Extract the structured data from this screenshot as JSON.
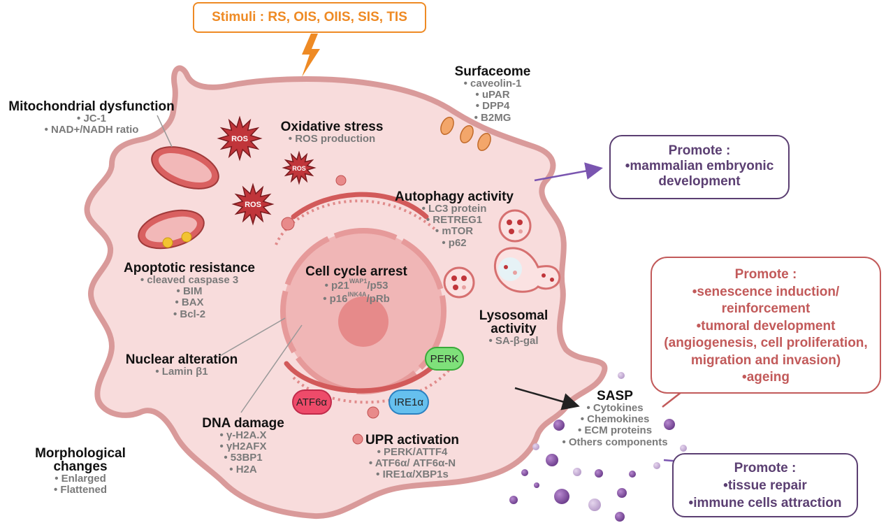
{
  "stimuli": {
    "label": "Stimuli : RS, OIS, OIIS, SIS, TIS",
    "color": "#ee8a24"
  },
  "colors": {
    "cell_fill": "#f8dcdc",
    "membrane": "#d99a9a",
    "organelle": "#d95a5a",
    "text_dark": "#111111",
    "text_item": "#7a7a7a",
    "purple_box": "#5b3f72",
    "red_box": "#c25a5a",
    "ros": "#c0353a",
    "perk": "#7fe07a",
    "atf6": "#ee4b6a",
    "ire1": "#66c0ee"
  },
  "features": {
    "mito": {
      "title": "Mitochondrial dysfunction",
      "items": [
        "JC-1",
        "NAD+/NADH ratio"
      ]
    },
    "oxidative": {
      "title": "Oxidative stress",
      "items": [
        "ROS production"
      ]
    },
    "surfaceome": {
      "title": "Surfaceome",
      "items": [
        "caveolin-1",
        "uPAR",
        "DPP4",
        "B2MG"
      ]
    },
    "autophagy": {
      "title": "Autophagy activity",
      "items": [
        "LC3 protein",
        "RETREG1",
        "mTOR",
        "p62"
      ]
    },
    "apoptotic": {
      "title": "Apoptotic resistance",
      "items": [
        "cleaved caspase 3",
        "BIM",
        "BAX",
        "Bcl-2"
      ]
    },
    "cellcycle": {
      "title": "Cell cycle arrest",
      "items": [
        {
          "base": "p21",
          "sup": "WAP1",
          "rest": "/p53"
        },
        {
          "base": "p16",
          "sup": "INK4A",
          "rest": "/pRb"
        }
      ]
    },
    "lysosomal": {
      "title_line1": "Lysosomal",
      "title_line2": "activity",
      "items": [
        "SA-β-gal"
      ]
    },
    "nuclear": {
      "title": "Nuclear alteration",
      "items": [
        "Lamin β1"
      ]
    },
    "dna": {
      "title": "DNA damage",
      "items": [
        "γ-H2A.X",
        "γH2AFX",
        "53BP1",
        "H2A"
      ]
    },
    "upr": {
      "title": "UPR activation",
      "items": [
        "PERK/ATTF4",
        "ATF6α/ ATF6α-N",
        "IRE1α/XBP1s"
      ]
    },
    "morph": {
      "title_line1": "Morphological",
      "title_line2": "changes",
      "items": [
        "Enlarged",
        "Flattened"
      ]
    },
    "sasp": {
      "title": "SASP",
      "items": [
        "Cytokines",
        "Chemokines",
        "ECM proteins",
        "Others components"
      ]
    }
  },
  "ros_labels": [
    "ROS",
    "ROS",
    "ROS"
  ],
  "er_sensors": {
    "perk": "PERK",
    "atf6": "ATF6α",
    "ire1": "IRE1α"
  },
  "outcomes": {
    "embryonic": {
      "title": "Promote :",
      "items": [
        "mammalian embryonic",
        "development"
      ]
    },
    "tumoral": {
      "title": "Promote :",
      "items": [
        "senescence induction/",
        "reinforcement",
        "tumoral development",
        "(angiogenesis, cell proliferation,",
        "migration and invasion)",
        "ageing"
      ]
    },
    "repair": {
      "title": "Promote :",
      "items": [
        "tissue repair",
        "immune cells attraction"
      ]
    }
  }
}
